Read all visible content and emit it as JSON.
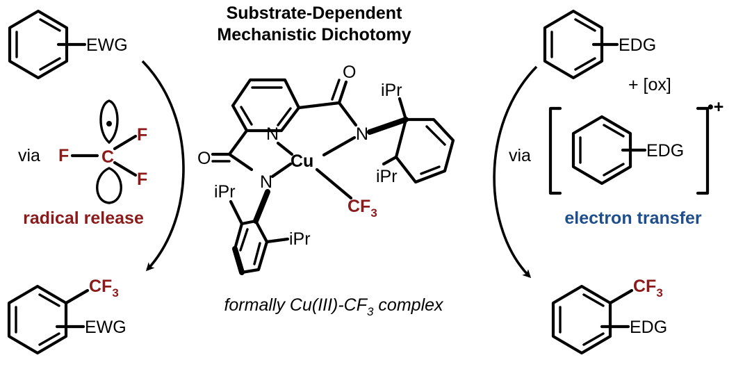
{
  "title_line1": "Substrate-Dependent",
  "title_line2": "Mechanistic Dichotomy",
  "left": {
    "substituent_top": "EWG",
    "via": "via",
    "radical_central_atom": "C",
    "radical_f": "F",
    "pathway": "radical release",
    "product_cf3": "CF",
    "product_cf3_sub": "3",
    "substituent_bottom": "EWG"
  },
  "right": {
    "substituent_top": "EDG",
    "oxidant": "+ [ox]",
    "via": "via",
    "cation_substituent": "EDG",
    "radical_cation_sign": "•+",
    "pathway": "electron transfer",
    "product_cf3": "CF",
    "product_cf3_sub": "3",
    "substituent_bottom": "EDG"
  },
  "complex": {
    "oxygen": "O",
    "nitrogen": "N",
    "metal": "Cu",
    "isopropyl": "iPr",
    "ligand_cf3": "CF",
    "ligand_cf3_sub": "3",
    "caption_main": "formally Cu(III)-CF",
    "caption_sub": "3",
    "caption_end": " complex"
  },
  "colors": {
    "dark_red": "#8b1a1a",
    "dark_blue": "#1f4e8c",
    "black": "#000000"
  }
}
